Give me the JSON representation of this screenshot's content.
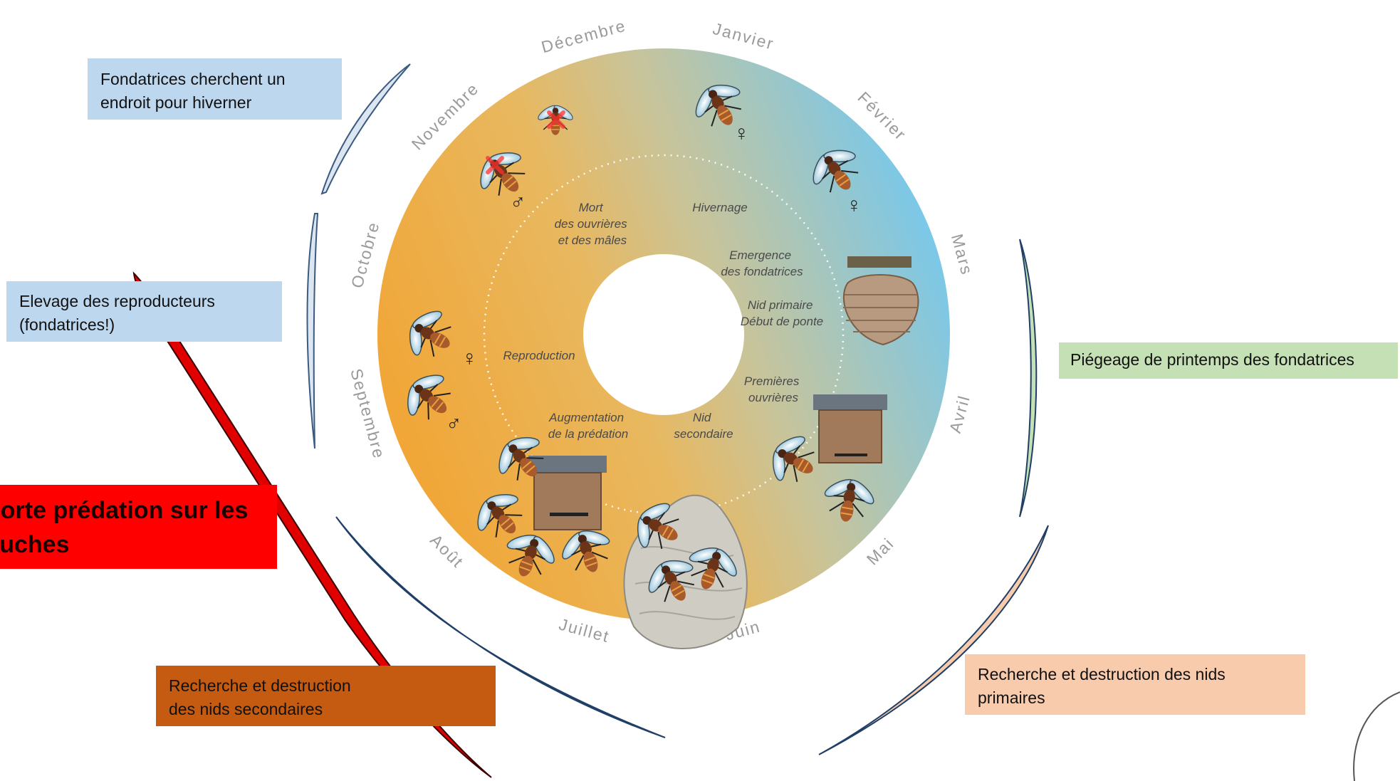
{
  "months": [
    {
      "label": "Janvier",
      "angle": 15
    },
    {
      "label": "Février",
      "angle": 45
    },
    {
      "label": "Mars",
      "angle": 75
    },
    {
      "label": "Avril",
      "angle": 105
    },
    {
      "label": "Mai",
      "angle": 135
    },
    {
      "label": "Juin",
      "angle": 165
    },
    {
      "label": "Juillet",
      "angle": 195
    },
    {
      "label": "Août",
      "angle": 225
    },
    {
      "label": "Septembre",
      "angle": 255
    },
    {
      "label": "Octobre",
      "angle": 285
    },
    {
      "label": "Novembre",
      "angle": 315
    },
    {
      "label": "Décembre",
      "angle": 345
    }
  ],
  "phases": {
    "mort": [
      "Mort",
      "des ouvrières",
      "et des mâles"
    ],
    "hivernage": [
      "Hivernage"
    ],
    "emergence": [
      "Emergence",
      "des fondatrices"
    ],
    "nid_primaire": [
      "Nid primaire",
      "Début de ponte"
    ],
    "reproduction": [
      "Reproduction"
    ],
    "premieres_ouvrieres": [
      "Premières",
      "ouvrières"
    ],
    "augmentation_predation": [
      "Augmentation",
      "de la prédation"
    ],
    "nid_secondaire": [
      "Nid",
      "secondaire"
    ]
  },
  "symbols": {
    "female": "♀",
    "male": "♂"
  },
  "boxes": {
    "winter": [
      "Fondatrices cherchent un",
      "endroit pour hiverner"
    ],
    "breeding": [
      "Elevage des reproducteurs",
      "(fondatrices!)"
    ],
    "spring_trapping": [
      "Piégeage de printemps des fondatrices"
    ],
    "secondary_nests": [
      "Recherche et destruction",
      "des nids secondaires"
    ],
    "primary_nests": [
      "Recherche et destruction des nids",
      "primaires"
    ],
    "predation": [
      "Forte prédation sur les",
      "ruches"
    ]
  },
  "colors": {
    "winter_box": "#bdd7ee",
    "spring_box": "#c5e0b4",
    "secondary_box": "#c55a11",
    "primary_box": "#f8cbad",
    "predation_box": "#ff0000",
    "predation_arrow": "#e00000",
    "ring_warm": "#f2a432",
    "ring_cool": "#73c8f0",
    "month_text": "#9a9a9a",
    "phase_text": "#4a4a4a"
  }
}
